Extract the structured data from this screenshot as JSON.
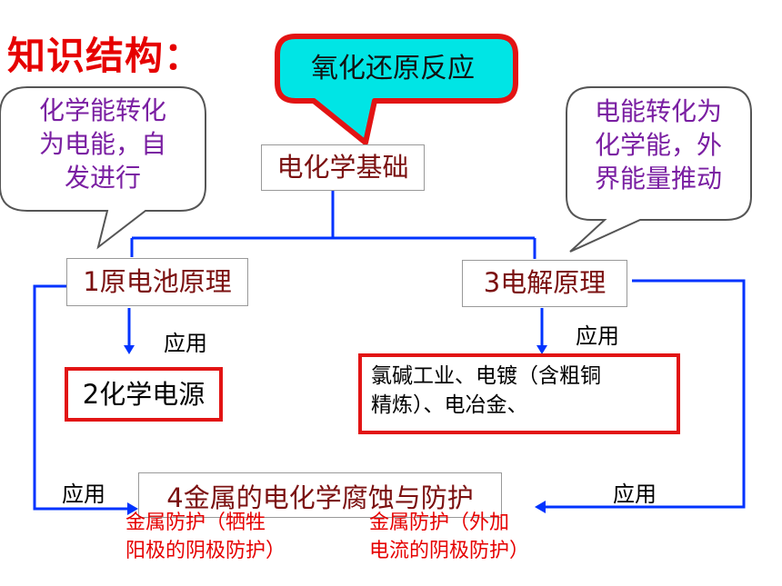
{
  "title": "知识结构：",
  "top_callout": "氧化还原反应",
  "center_node": "电化学基础",
  "left_bubble": {
    "lines": [
      "化学能转化",
      "为电能，自",
      "发进行"
    ]
  },
  "right_bubble": {
    "lines": [
      "电能转化为",
      "化学能，外",
      "界能量推动"
    ]
  },
  "node_1": "1原电池原理",
  "node_3": "3电解原理",
  "node_2": "2化学电源",
  "node_electrolysis_apps": {
    "lines": [
      "氯碱工业、电镀（含粗铜",
      "精炼）、电冶金、"
    ]
  },
  "node_4": "4金属的电化学腐蚀与防护",
  "edge_labels": {
    "left_down": "应用",
    "right_down": "应用",
    "left_bottom": "应用",
    "right_bottom": "应用"
  },
  "protection_left": {
    "lines": [
      "金属防护（牺牲",
      "阳极的阴极防护）"
    ]
  },
  "protection_right": {
    "lines": [
      "金属防护（外加",
      "电流的阴极防护）"
    ]
  },
  "colors": {
    "title": "#e60000",
    "callout_fill": "#00e5e5",
    "callout_border": "#e21414",
    "bubble_text": "#7a1fa2",
    "connector": "#0033ff",
    "node_text": "#7b1010",
    "red_text": "#e60000"
  }
}
